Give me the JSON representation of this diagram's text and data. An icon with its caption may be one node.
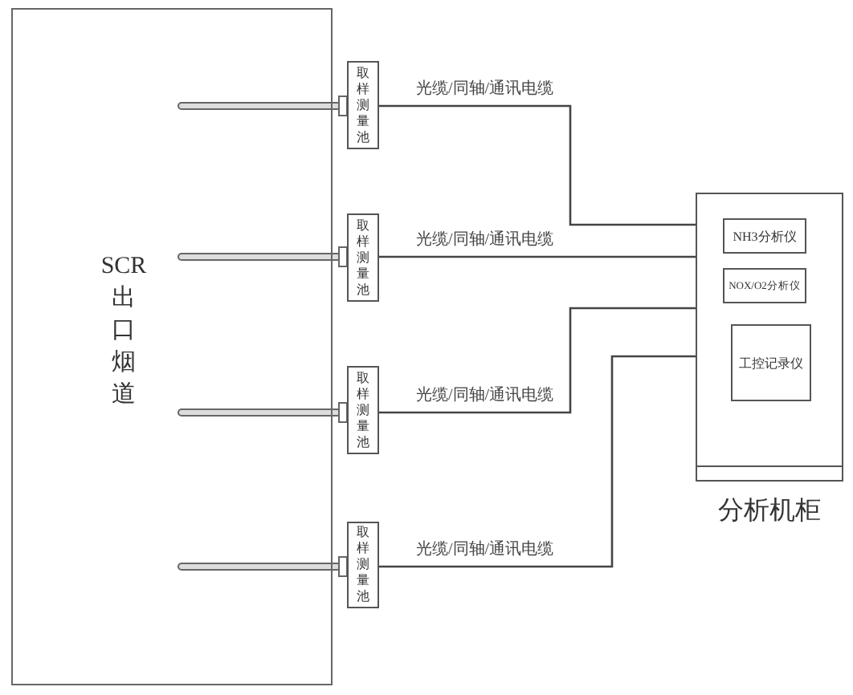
{
  "diagram": {
    "nodes": [
      {
        "text": [
          "SCR出口烟道"
        ]
      },
      {
        "text": [
          "取样测量池"
        ]
      },
      {
        "text": [
          "取样测量池"
        ]
      },
      {
        "text": [
          "取样测量池"
        ]
      },
      {
        "text": [
          "取样测量池"
        ]
      },
      {
        "text": [],
        "shape": "box",
        "beside": [
          "分析机柜"
        ]
      },
      {
        "text": [
          "NH3分析仪"
        ],
        "in": 5
      },
      {
        "text": [
          "NOX/O2分析仪"
        ],
        "in": 5
      },
      {
        "text": [
          "工控记录仪"
        ],
        "in": 5
      }
    ],
    "edges": [
      {
        "from": 1,
        "to": 5,
        "arrow": "none",
        "label": "光缆/同轴/通讯电缆"
      },
      {
        "from": 2,
        "to": 5,
        "arrow": "none",
        "label": "光缆/同轴/通讯电缆"
      },
      {
        "from": 3,
        "to": 5,
        "arrow": "none",
        "label": "光缆/同轴/通讯电缆"
      },
      {
        "from": 4,
        "to": 5,
        "arrow": "none",
        "label": "光缆/同轴/通讯电缆"
      }
    ]
  }
}
